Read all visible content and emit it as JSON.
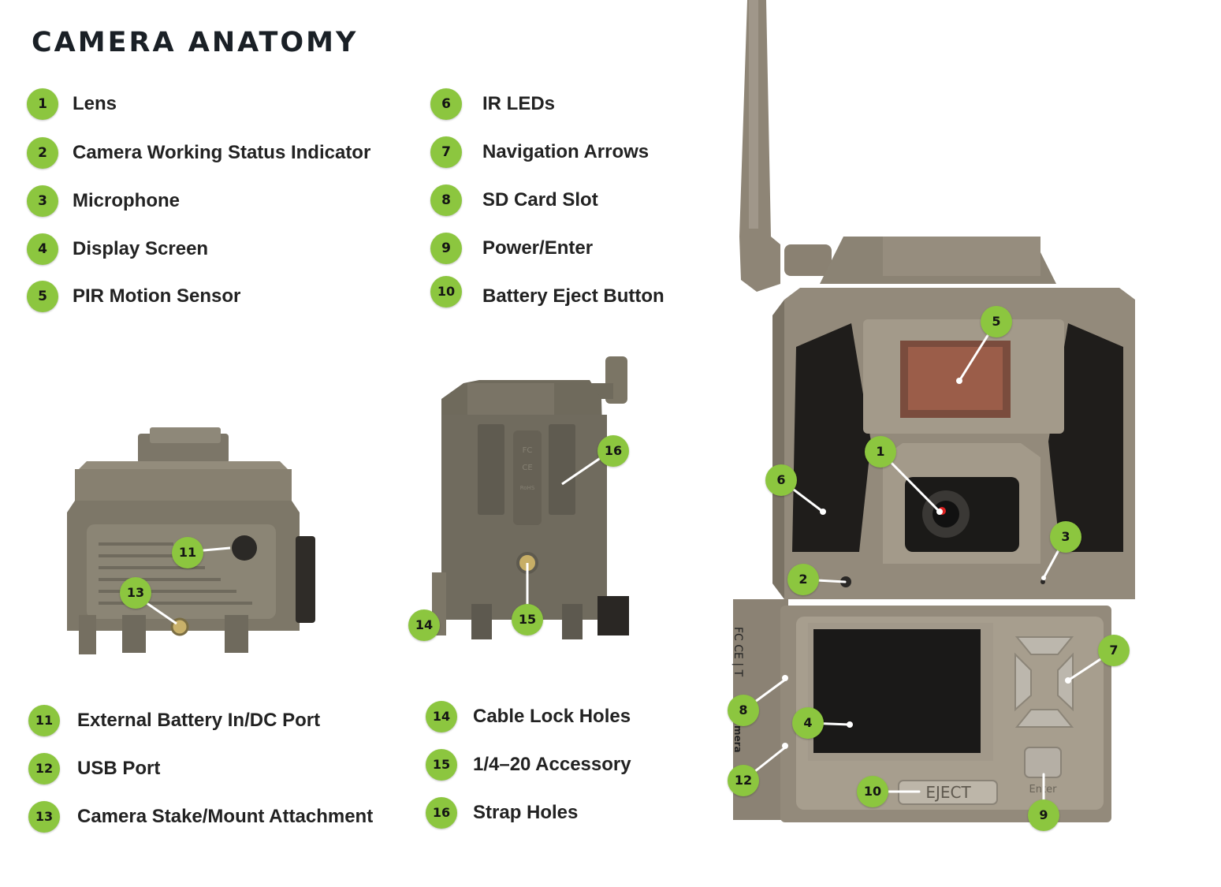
{
  "title": "CAMERA ANATOMY",
  "colors": {
    "badge": "#8cc63f",
    "camera_body": "#8f8677",
    "camera_dark": "#6d675c",
    "ink": "#1a2026"
  },
  "legend_top_left": [
    {
      "num": "1",
      "label": "Lens"
    },
    {
      "num": "2",
      "label": "Camera Working Status Indicator"
    },
    {
      "num": "3",
      "label": "Microphone"
    },
    {
      "num": "4",
      "label": "Display Screen"
    },
    {
      "num": "5",
      "label": "PIR Motion Sensor"
    }
  ],
  "legend_top_right": [
    {
      "num": "6",
      "label": "IR LEDs"
    },
    {
      "num": "7",
      "label": "Navigation Arrows"
    },
    {
      "num": "8",
      "label": "SD Card Slot"
    },
    {
      "num": "9",
      "label": "Power/Enter"
    },
    {
      "num": "10",
      "label": "Battery Eject Button"
    }
  ],
  "legend_bottom_left": [
    {
      "num": "11",
      "label": "External Battery In/DC Port"
    },
    {
      "num": "12",
      "label": "USB Port"
    },
    {
      "num": "13",
      "label": "Camera Stake/Mount Attachment"
    }
  ],
  "legend_bottom_right": [
    {
      "num": "14",
      "label": "Cable Lock Holes"
    },
    {
      "num": "15",
      "label": "1/4–20 Accessory"
    },
    {
      "num": "16",
      "label": "Strap Holes"
    }
  ],
  "front_view": {
    "markers": [
      "1",
      "2",
      "3",
      "4",
      "5",
      "6",
      "7",
      "8",
      "9",
      "10",
      "12"
    ],
    "eject_text": "EJECT",
    "enter_text": "Enter",
    "side_text": "FC CE | T",
    "side_text_2": "mera"
  },
  "bottom_view": {
    "markers": [
      "11",
      "13"
    ]
  },
  "back_view": {
    "markers": [
      "14",
      "15",
      "16"
    ],
    "cert_marks": [
      "FC",
      "CE",
      "RoHS"
    ]
  }
}
